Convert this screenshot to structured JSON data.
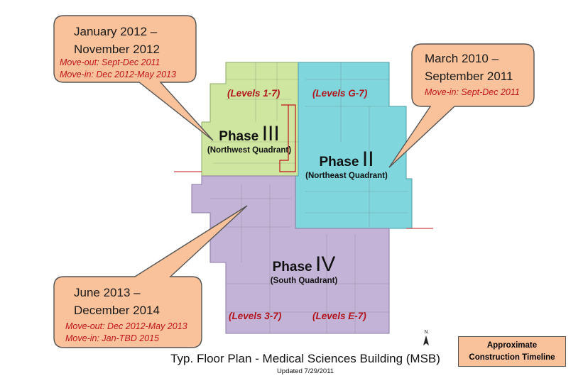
{
  "callouts": {
    "northwest": {
      "title_line1": "January 2012 –",
      "title_line2": "November 2012",
      "note1": "Move-out:  Sept-Dec 2011",
      "note2": "Move-in: Dec 2012-May 2013"
    },
    "northeast": {
      "title_line1": "March 2010 –",
      "title_line2": "September 2011",
      "note1": "Move-in: Sept-Dec 2011"
    },
    "south": {
      "title_line1": "June 2013 –",
      "title_line2": "December 2014",
      "note1": "Move-out: Dec 2012-May 2013",
      "note2": "Move-in: Jan-TBD 2015"
    }
  },
  "phases": {
    "three": {
      "word": "Phase",
      "numeral": "III",
      "quadrant": "(Northwest Quadrant)",
      "levels": "(Levels 1-7)"
    },
    "two": {
      "word": "Phase",
      "numeral": "II",
      "quadrant": "(Northeast Quadrant)",
      "levels": "(Levels G-7)"
    },
    "four": {
      "word": "Phase",
      "numeral": "IV",
      "quadrant": "(South Quadrant)",
      "levels_left": "(Levels 3-7)",
      "levels_right": "(Levels E-7)"
    }
  },
  "legend": {
    "line1": "Approximate",
    "line2": "Construction Timeline"
  },
  "caption": "Typ. Floor Plan - Medical Sciences Building (MSB)",
  "updated": "Updated 7/29/2011",
  "colors": {
    "northwest": "#cfe6a0",
    "northeast": "#7fd6dc",
    "south": "#c3b3d6",
    "callout_fill": "#f9c29b",
    "red_text": "#c0141b"
  },
  "north_arrow": "north-arrow-icon"
}
